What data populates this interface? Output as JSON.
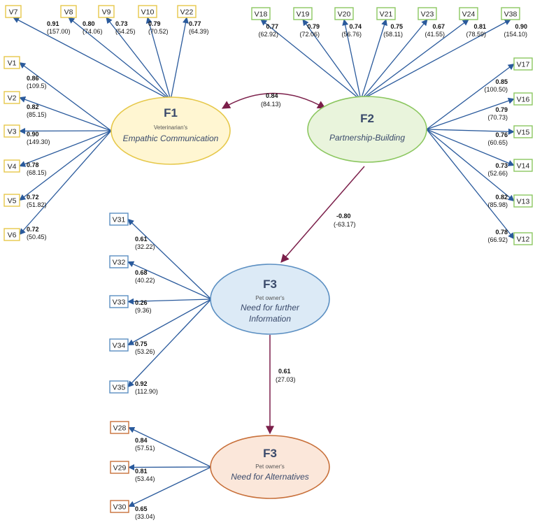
{
  "colors": {
    "f1_stroke": "#e6c84a",
    "f1_fill": "#fff6d2",
    "f2_stroke": "#8cc760",
    "f2_fill": "#e9f4dc",
    "f3_stroke": "#5b8fc2",
    "f3_fill": "#dceaf6",
    "f4_stroke": "#c8703a",
    "f4_fill": "#fbe7da",
    "arrow": "#2a5a9c",
    "relation": "#7b1f4a"
  },
  "factors": {
    "f1": {
      "title": "F1",
      "subtitle": "Veterinarian's",
      "name": "Empathic Communication"
    },
    "f2": {
      "title": "F2",
      "subtitle": "",
      "name": "Partnership-Building"
    },
    "f3": {
      "title": "F3",
      "subtitle": "Pet owner's",
      "name_line1": "Need for further",
      "name_line2": "Information"
    },
    "f4": {
      "title": "F3",
      "subtitle": "Pet owner's",
      "name": "Need for Alternatives"
    }
  },
  "relations": {
    "f1_f2": {
      "loading": "0.84",
      "t": "(84.13)"
    },
    "f2_f3": {
      "loading": "-0.80",
      "t": "(-63.17)"
    },
    "f3_f4": {
      "loading": "0.61",
      "t": "(27.03)"
    }
  },
  "indicators": {
    "f1_top": [
      {
        "label": "V7",
        "loading": "0.91",
        "t": "(157.00)"
      },
      {
        "label": "V8",
        "loading": "0.80",
        "t": "(74.06)"
      },
      {
        "label": "V9",
        "loading": "0.73",
        "t": "(54.25)"
      },
      {
        "label": "V10",
        "loading": "0.79",
        "t": "(70.52)"
      },
      {
        "label": "V22",
        "loading": "0.77",
        "t": "(64.39)"
      }
    ],
    "f1_left": [
      {
        "label": "V1",
        "loading": "0.86",
        "t": "(109.5)"
      },
      {
        "label": "V2",
        "loading": "0.82",
        "t": "(85.15)"
      },
      {
        "label": "V3",
        "loading": "0.90",
        "t": "(149.30)"
      },
      {
        "label": "V4",
        "loading": "0.78",
        "t": "(68.15)"
      },
      {
        "label": "V5",
        "loading": "0.72",
        "t": "(51.82)"
      },
      {
        "label": "V6",
        "loading": "0.72",
        "t": "(50.45)"
      }
    ],
    "f2_top": [
      {
        "label": "V18",
        "loading": "0.77",
        "t": "(62.92)"
      },
      {
        "label": "V19",
        "loading": "0.79",
        "t": "(72.06)"
      },
      {
        "label": "V20",
        "loading": "0.74",
        "t": "(56.76)"
      },
      {
        "label": "V21",
        "loading": "0.75",
        "t": "(58.11)"
      },
      {
        "label": "V23",
        "loading": "0.67",
        "t": "(41.55)"
      },
      {
        "label": "V24",
        "loading": "0.81",
        "t": "(78.59)"
      },
      {
        "label": "V38",
        "loading": "0.90",
        "t": "(154.10)"
      }
    ],
    "f2_right": [
      {
        "label": "V17",
        "loading": "0.85",
        "t": "(100.50)"
      },
      {
        "label": "V16",
        "loading": "0.79",
        "t": "(70.73)"
      },
      {
        "label": "V15",
        "loading": "0.76",
        "t": "(60.65)"
      },
      {
        "label": "V14",
        "loading": "0.73",
        "t": "(52.66)"
      },
      {
        "label": "V13",
        "loading": "0.82",
        "t": "(85.98)"
      },
      {
        "label": "V12",
        "loading": "0.78",
        "t": "(66.92)"
      }
    ],
    "f3_left": [
      {
        "label": "V31",
        "loading": "0.61",
        "t": "(32.22)"
      },
      {
        "label": "V32",
        "loading": "0.68",
        "t": "(40.22)"
      },
      {
        "label": "V33",
        "loading": "0.26",
        "t": "(9.36)"
      },
      {
        "label": "V34",
        "loading": "0.75",
        "t": "(53.26)"
      },
      {
        "label": "V35",
        "loading": "0.92",
        "t": "(112.90)"
      }
    ],
    "f4_left": [
      {
        "label": "V28",
        "loading": "0.84",
        "t": "(57.51)"
      },
      {
        "label": "V29",
        "loading": "0.81",
        "t": "(53.44)"
      },
      {
        "label": "V30",
        "loading": "0.65",
        "t": "(33.04)"
      }
    ]
  }
}
